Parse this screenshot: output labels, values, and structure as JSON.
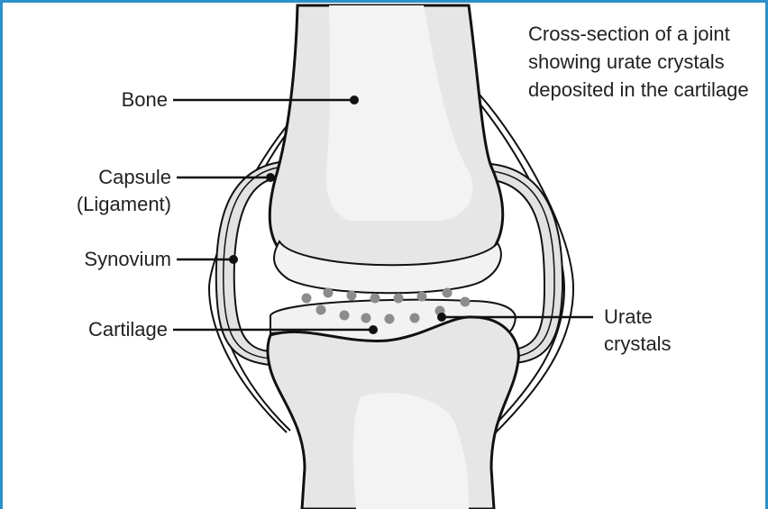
{
  "caption": "Cross-section of a joint showing urate crystals deposited in the cartilage",
  "labels": {
    "bone": "Bone",
    "capsule_line1": "Capsule",
    "capsule_line2": "(Ligament)",
    "synovium": "Synovium",
    "cartilage": "Cartilage",
    "urate_line1": "Urate",
    "urate_line2": "crystals"
  },
  "colors": {
    "frame": "#2e8fc8",
    "bone_fill": "#e6e6e6",
    "bone_highlight": "#f3f3f3",
    "cartilage_fill": "#f2f2f2",
    "crystal": "#8c8c8c",
    "outline": "#111111"
  }
}
